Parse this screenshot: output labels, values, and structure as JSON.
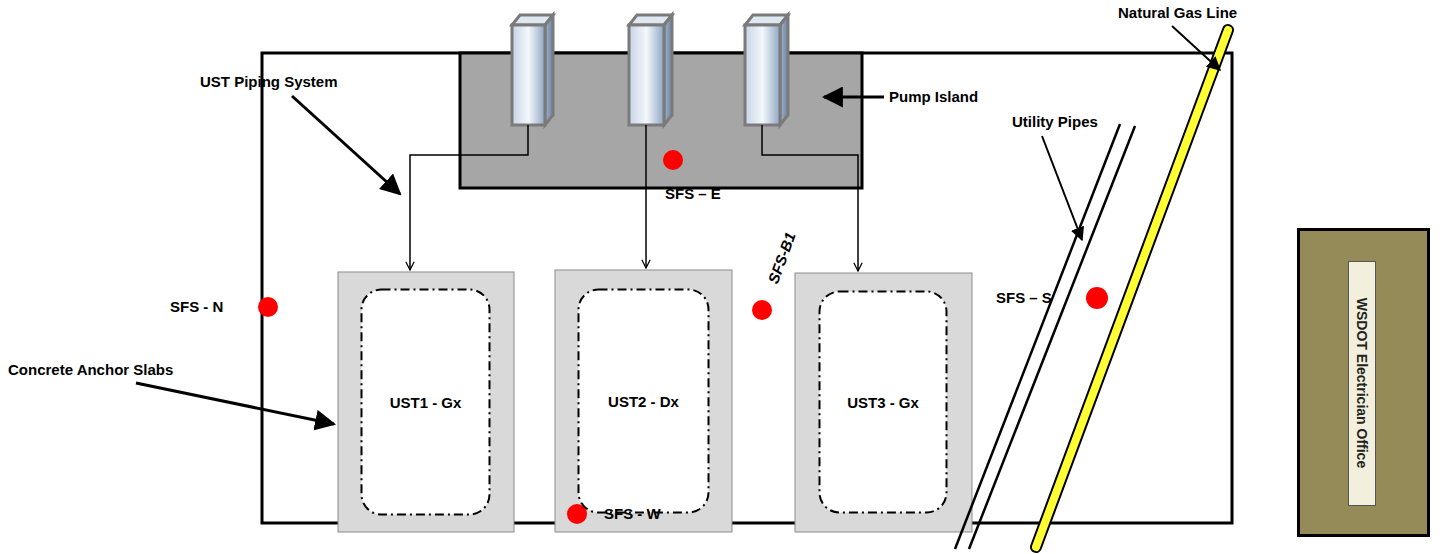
{
  "diagram": {
    "nodes": [
      {
        "text": [
          "UST1 - Gx"
        ]
      },
      {
        "text": [
          "UST2 - Dx"
        ]
      },
      {
        "text": [
          "UST3 - Gx"
        ]
      },
      {
        "text": [
          "WSDOT Electrician Office"
        ]
      }
    ],
    "labels": [
      "Natural Gas Line",
      "UST Piping System",
      "Pump Island",
      "Utility Pipes",
      "SFS – E",
      "SFS-B1",
      "SFS - N",
      "SFS – S",
      "Concrete Anchor Slabs",
      "SFS - W"
    ]
  }
}
